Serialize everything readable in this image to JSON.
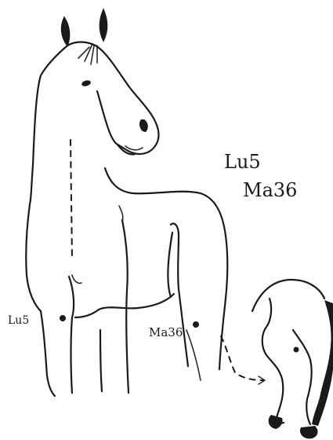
{
  "legend": {
    "line1": "Lu5",
    "line2": "Ma36"
  },
  "labels": {
    "front_leg_point": "Lu5",
    "hind_leg_point": "Ma36"
  },
  "colors": {
    "ink": "#1a1a1a",
    "paper": "#ffffff"
  }
}
